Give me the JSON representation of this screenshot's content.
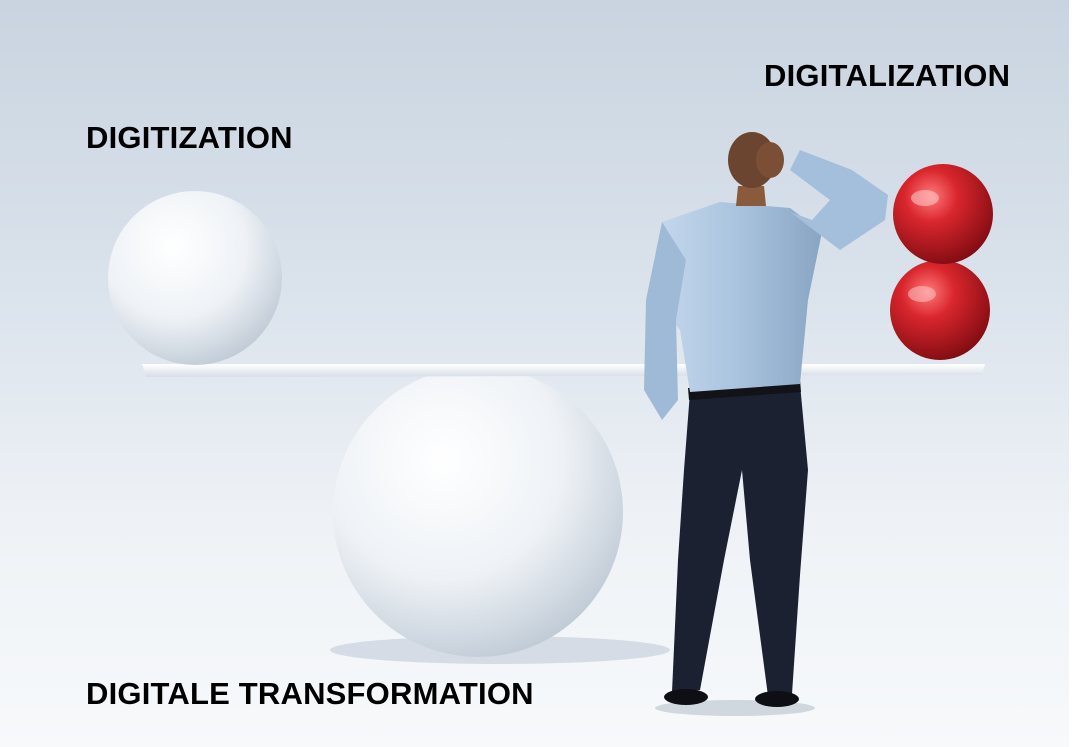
{
  "labels": {
    "digitization": "DIGITIZATION",
    "digitalization": "DIGITALIZATION",
    "transformation": "DIGITALE TRANSFORMATION"
  },
  "colors": {
    "background": "#dbe3ec",
    "white_sphere": "#f4f6f9",
    "red_sphere": "#c8141c",
    "shirt": "#a9c3de",
    "trousers": "#1b2130",
    "text": "#000000"
  }
}
